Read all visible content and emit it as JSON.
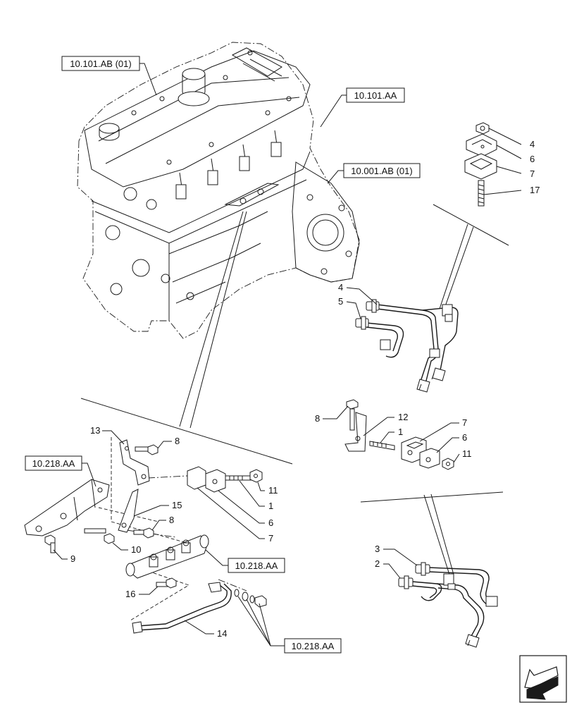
{
  "references": [
    {
      "id": "ref-10-101-ab-01",
      "label": "10.101.AB (01)"
    },
    {
      "id": "ref-10-101-aa",
      "label": "10.101.AA"
    },
    {
      "id": "ref-10-001-ab-01",
      "label": "10.001.AB (01)"
    },
    {
      "id": "ref-10-218-aa-left",
      "label": "10.218.AA"
    },
    {
      "id": "ref-10-218-aa-mid",
      "label": "10.218.AA"
    },
    {
      "id": "ref-10-218-aa-bottom",
      "label": "10.218.AA"
    }
  ],
  "callouts": {
    "tr_4": "4",
    "tr_6": "6",
    "tr_7": "7",
    "tr_17": "17",
    "mr_4": "4",
    "mr_5": "5",
    "cr_8": "8",
    "cr_12": "12",
    "cr_1": "1",
    "cr_7": "7",
    "cr_6": "6",
    "cr_11": "11",
    "br_3": "3",
    "br_2": "2",
    "bl_13": "13",
    "bl_8a": "8",
    "bl_15": "15",
    "bl_8b": "8",
    "bl_9": "9",
    "bl_10": "10",
    "bl_11": "11",
    "bl_1": "1",
    "bl_6": "6",
    "bl_7": "7",
    "bl_16": "16",
    "bl_14": "14"
  },
  "icons": {
    "nav": "arrow-pointing-down-left-icon"
  }
}
